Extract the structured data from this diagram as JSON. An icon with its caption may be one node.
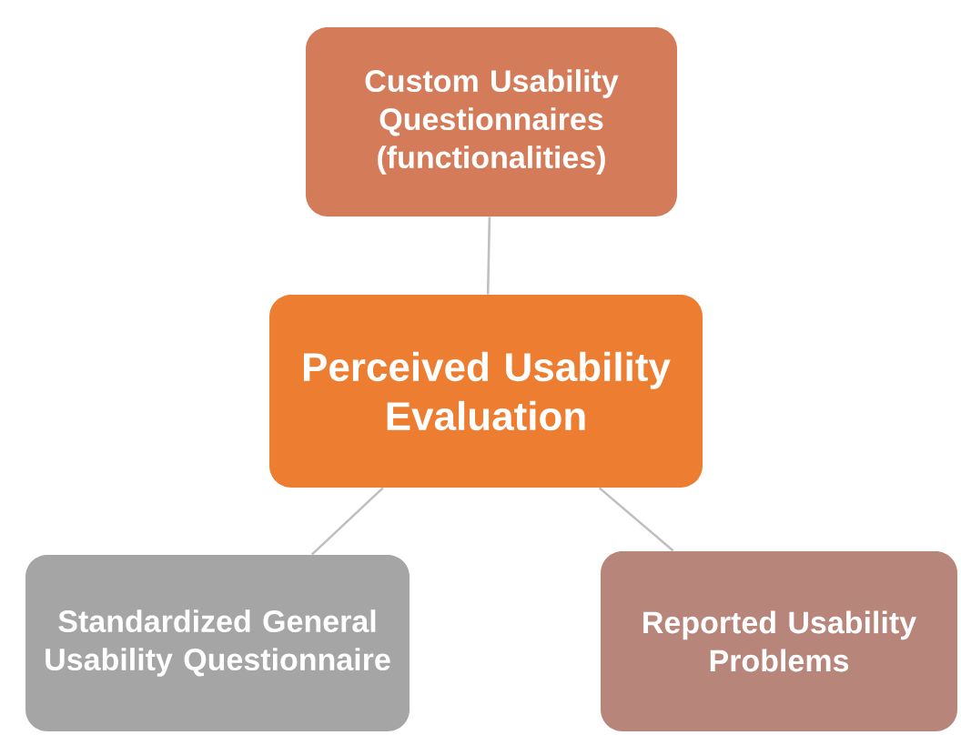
{
  "diagram": {
    "nodes": [
      {
        "text": [
          "Custom Usability Questionnaires (functionalities)"
        ]
      },
      {
        "text": [
          "Perceived Usability Evaluation"
        ]
      },
      {
        "text": [
          "Standardized General Usability Questionnaire"
        ]
      },
      {
        "text": [
          "Reported Usability Problems"
        ]
      }
    ],
    "edges": [
      {
        "from": 1,
        "to": 0,
        "arrow": "none"
      },
      {
        "from": 1,
        "to": 2,
        "arrow": "none"
      },
      {
        "from": 1,
        "to": 3,
        "arrow": "none"
      }
    ]
  }
}
